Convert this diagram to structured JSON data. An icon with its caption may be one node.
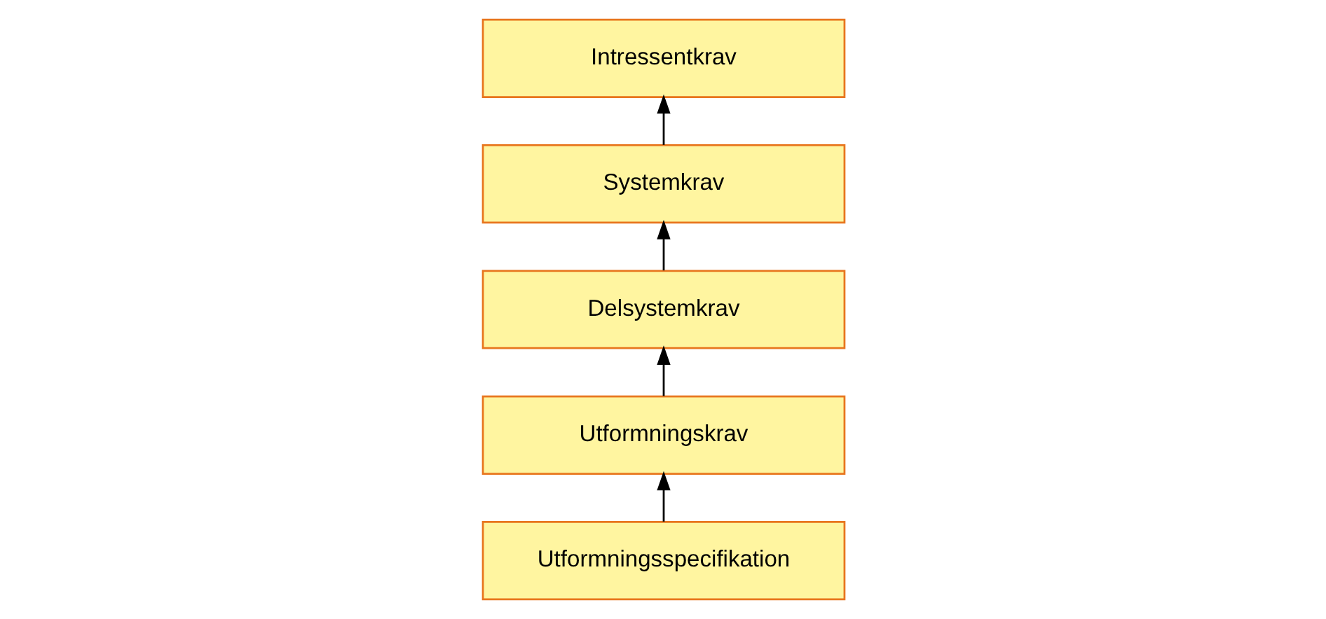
{
  "diagram": {
    "nodes": [
      {
        "text": [
          "Intressentkrav"
        ]
      },
      {
        "text": [
          "Systemkrav"
        ]
      },
      {
        "text": [
          "Delsystemkrav"
        ]
      },
      {
        "text": [
          "Utformningskrav"
        ]
      },
      {
        "text": [
          "Utformningsspecifikation"
        ]
      }
    ],
    "edges": [
      {
        "from": 1,
        "to": 0,
        "arrow": "to"
      },
      {
        "from": 2,
        "to": 1,
        "arrow": "to"
      },
      {
        "from": 3,
        "to": 2,
        "arrow": "to"
      },
      {
        "from": 4,
        "to": 3,
        "arrow": "to"
      }
    ]
  }
}
